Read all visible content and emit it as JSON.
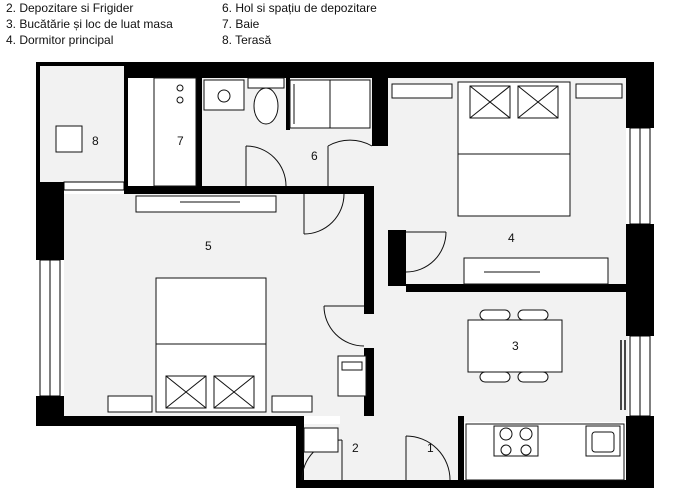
{
  "legend": {
    "col1": [
      "2. Depozitare si Frigider",
      "3. Bucătărie și loc de luat masa",
      "4. Dormitor principal"
    ],
    "col2": [
      "6. Hol si spațiu de depozitare",
      "7. Baie",
      "8. Terasă"
    ]
  },
  "rooms": {
    "entrance": "1",
    "storage": "2",
    "kitchen": "3",
    "master_bedroom": "4",
    "bedroom": "5",
    "hall": "6",
    "bathroom": "7",
    "terrace": "8"
  },
  "colors": {
    "wall": "#000000",
    "floor": "#f2f2f2",
    "line": "#111111",
    "background": "#ffffff"
  }
}
